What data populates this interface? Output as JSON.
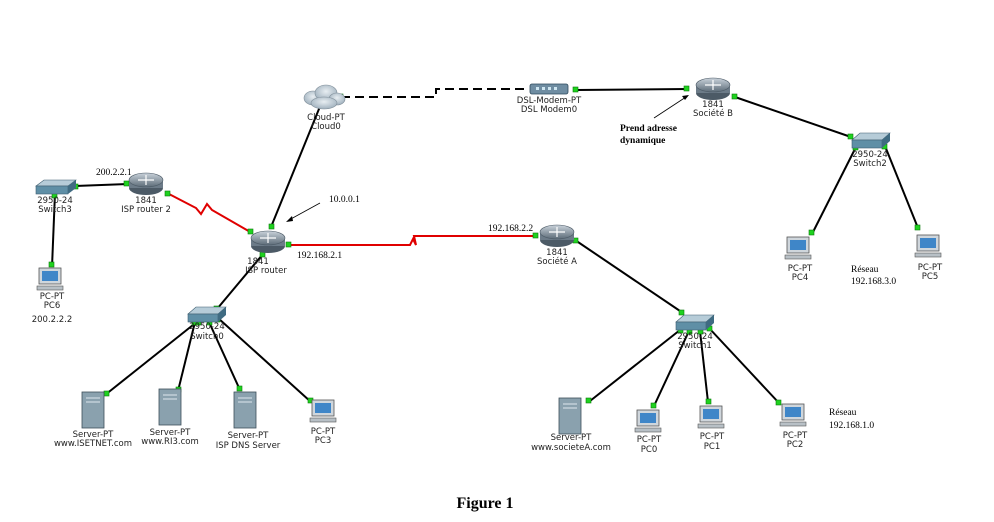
{
  "devices": {
    "isp_router": {
      "model": "1841",
      "name": "ISP router"
    },
    "isp_router2": {
      "model": "1841",
      "name": "ISP router 2"
    },
    "switch3": {
      "model": "2950-24",
      "name": "Switch3"
    },
    "pc6": {
      "model": "PC-PT",
      "name": "PC6",
      "ip": "200.2.2.2"
    },
    "cloud": {
      "model": "Cloud-PT",
      "name": "Cloud0"
    },
    "modem": {
      "model": "DSL-Modem-PT",
      "name": "DSL Modem0"
    },
    "router_b": {
      "model": "1841",
      "name": "Société B"
    },
    "switch2": {
      "model": "2950-24",
      "name": "Switch2"
    },
    "pc4": {
      "model": "PC-PT",
      "name": "PC4"
    },
    "pc5": {
      "model": "PC-PT",
      "name": "PC5"
    },
    "router_a": {
      "model": "1841",
      "name": "Société A"
    },
    "switch0": {
      "model": "2950-24",
      "name": "Switch0"
    },
    "server_isetnet": {
      "model": "Server-PT",
      "name": "www.ISETNET.com"
    },
    "server_ri3": {
      "model": "Server-PT",
      "name": "www.RI3.com"
    },
    "server_dns": {
      "model": "Server-PT",
      "name": "ISP DNS Server"
    },
    "pc3": {
      "model": "PC-PT",
      "name": "PC3"
    },
    "switch1": {
      "model": "2950-24",
      "name": "Switch1"
    },
    "server_societea": {
      "model": "Server-PT",
      "name": "www.societeA.com"
    },
    "pc0": {
      "model": "PC-PT",
      "name": "PC0"
    },
    "pc1": {
      "model": "PC-PT",
      "name": "PC1"
    },
    "pc2": {
      "model": "PC-PT",
      "name": "PC2"
    }
  },
  "annotations": {
    "ip_200_2_2_1": "200.2.2.1",
    "ip_10_0_0_1": "10.0.0.1",
    "ip_192_168_2_1": "192.168.2.1",
    "ip_192_168_2_2": "192.168.2.2",
    "prend_line1": "Prend adresse",
    "prend_line2": "dynamique",
    "reseau3_line1": "Réseau",
    "reseau3_line2": "192.168.3.0",
    "reseau1_line1": "Réseau",
    "reseau1_line2": "192.168.1.0"
  },
  "caption": "Figure 1",
  "colors": {
    "link": "#000000",
    "serial_link": "#e00000",
    "port": "#1fd21f",
    "router_fill": "#7d8c99",
    "switch_fill": "#5f8fa6",
    "server_fill": "#8aa1ae"
  }
}
